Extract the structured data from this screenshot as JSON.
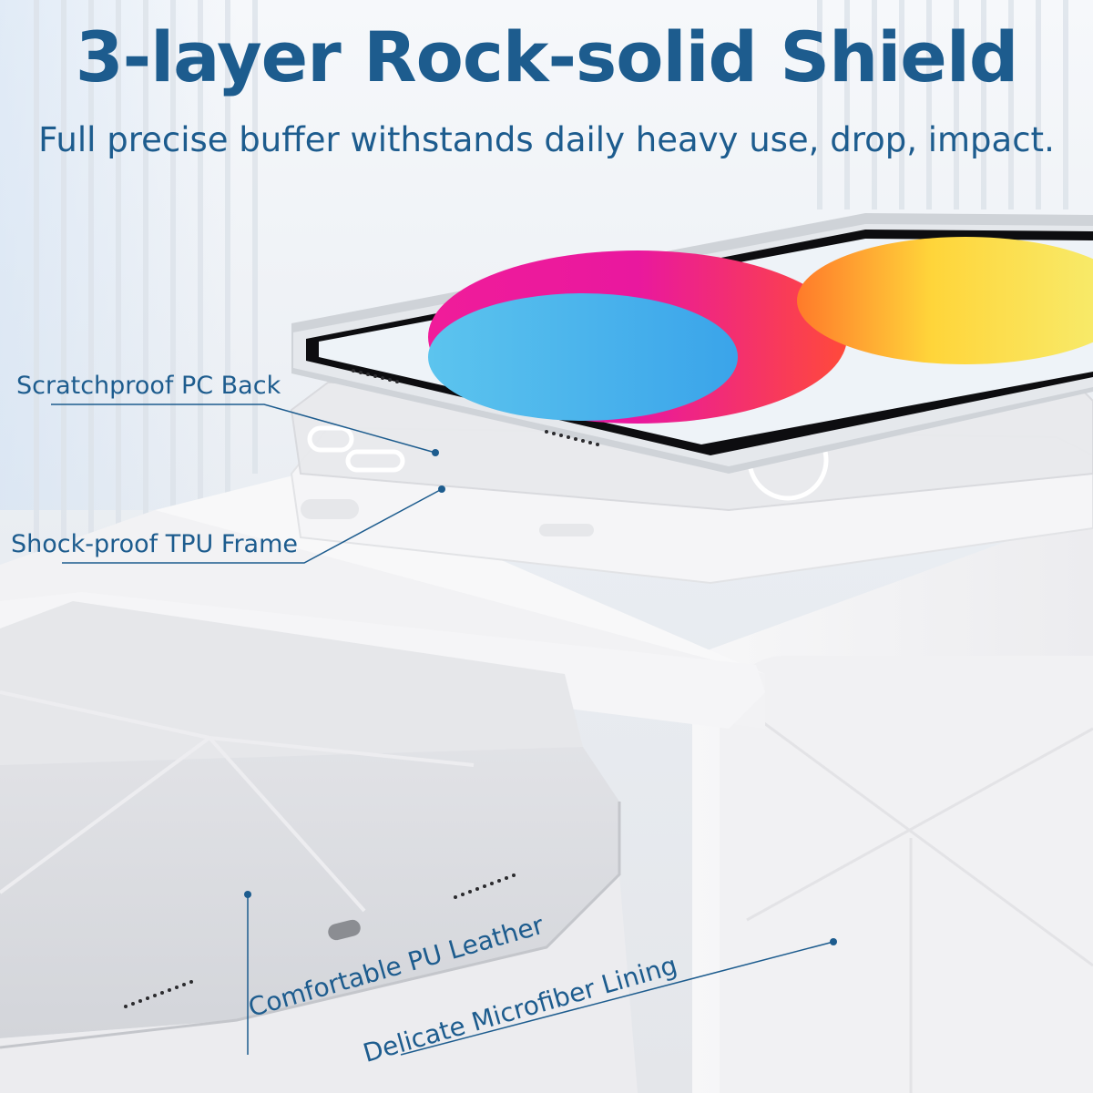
{
  "headline": "3-layer Rock-solid Shield",
  "subheadline": "Full precise buffer withstands daily heavy use, drop, impact.",
  "callouts": {
    "pc_back": "Scratchproof PC Back",
    "tpu_frame": "Shock-proof TPU Frame",
    "pu_leather": "Comfortable PU Leather",
    "microfiber": "Delicate Microfiber Lining"
  },
  "colors": {
    "text": "#1d5c8e",
    "callout_dot": "#1d5c8e",
    "case_light": "#f4f4f6",
    "case_mid": "#d9dade",
    "case_dark": "#c3c5ca",
    "tablet_silver": "#cfd3d8"
  }
}
